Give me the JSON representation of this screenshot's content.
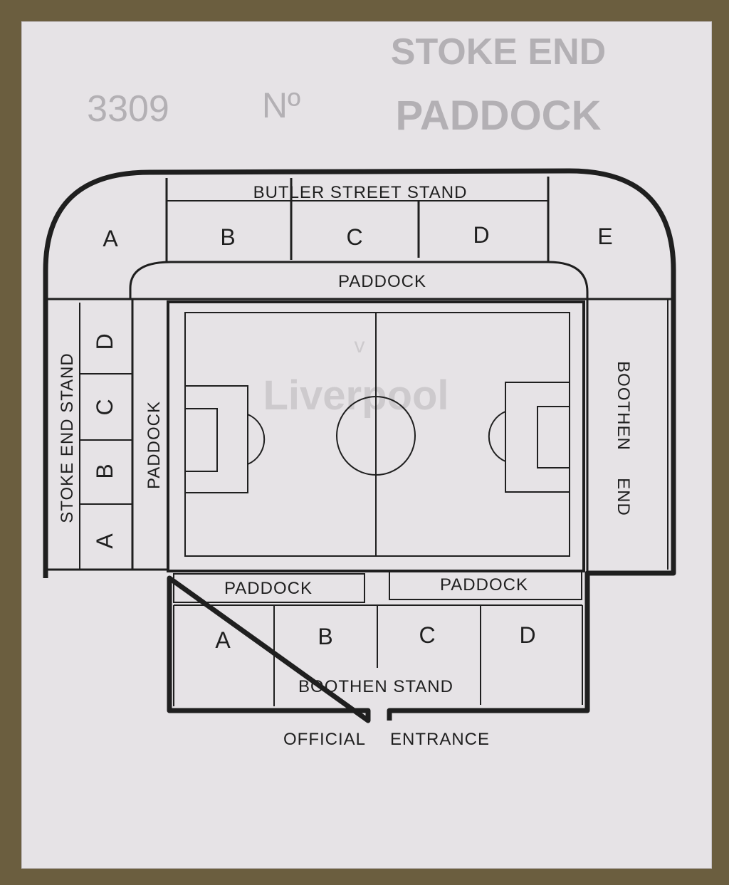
{
  "colors": {
    "background": "#6b5e3f",
    "paper": "#e6e3e6",
    "ink": "#1f1f1f",
    "faint_print": "#b3b0b4"
  },
  "faint_header": {
    "stand_line1": "STOKE END",
    "stand_line2": "PADDOCK",
    "serial_no_label": "Nº",
    "serial_number": "3309"
  },
  "faint_overprint": {
    "versus": "v",
    "opponent": "Liverpool"
  },
  "stands": {
    "butler_street": {
      "name": "BUTLER STREET STAND",
      "sections": [
        "A",
        "B",
        "C",
        "D",
        "E"
      ]
    },
    "stoke_end": {
      "name": "STOKE END STAND",
      "sections": [
        "A",
        "B",
        "C",
        "D"
      ]
    },
    "boothen_end": {
      "name_word1": "BOOTHEN",
      "name_word2": "END"
    },
    "boothen_stand": {
      "name": "BOOTHEN STAND",
      "sections": [
        "A",
        "B",
        "C",
        "D"
      ]
    },
    "paddock_label": "PADDOCK"
  },
  "entrance": {
    "word1": "OFFICIAL",
    "word2": "ENTRANCE"
  }
}
